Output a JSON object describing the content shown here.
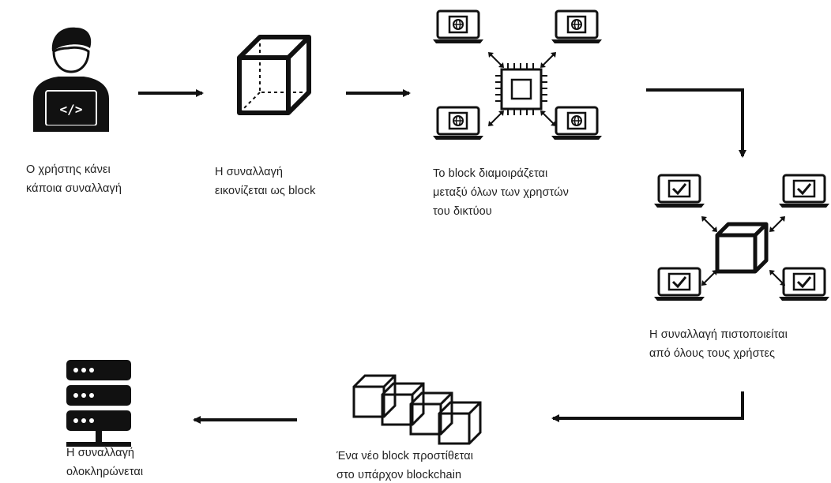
{
  "steps": [
    {
      "lines": [
        "Ο χρήστης κάνει",
        "κάποια συναλλαγή"
      ]
    },
    {
      "lines": [
        "Η συναλλαγή",
        "εικονίζεται ως block"
      ]
    },
    {
      "lines": [
        "Το block διαμοιράζεται",
        "μεταξύ όλων των χρηστών",
        "του δικτύου"
      ]
    },
    {
      "lines": [
        "Η συναλλαγή πιστοποιείται",
        "από όλους τους χρήστες"
      ]
    },
    {
      "lines": [
        "Ένα νέο block προστίθεται",
        "στο υπάρχον blockchain"
      ]
    },
    {
      "lines": [
        "Η συναλλαγή",
        "ολοκληρώνεται"
      ]
    }
  ],
  "icons": {
    "user": "user-laptop-code-icon",
    "block": "cube-block-icon",
    "network": "network-laptops-chip-icon",
    "validation": "validation-laptops-check-icon",
    "chain": "blockchain-cubes-icon",
    "server": "server-stack-icon"
  },
  "colors": {
    "ink": "#111111",
    "text": "#222222",
    "background": "#ffffff"
  }
}
